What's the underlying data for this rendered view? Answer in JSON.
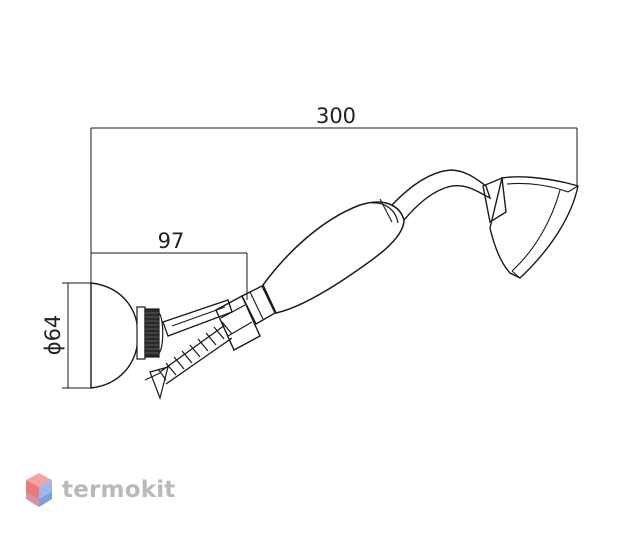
{
  "dimensions": {
    "total_length": "300",
    "holder_offset": "97",
    "diameter": "ϕ64"
  },
  "brand": {
    "name": "termokit",
    "colors": {
      "top": "#f4a3a3",
      "left": "#e87a7a",
      "right": "#9fb7e8",
      "bottom": "#7fa0e0",
      "text": "#b9b9b9"
    }
  }
}
